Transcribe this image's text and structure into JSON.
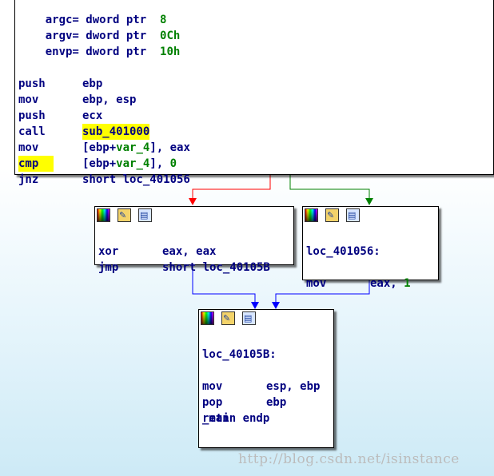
{
  "top_block": {
    "lines": [
      {
        "label": "argc=",
        "text": " dword ptr ",
        "num": " 8"
      },
      {
        "label": "argv=",
        "text": " dword ptr ",
        "num": " 0Ch"
      },
      {
        "label": "envp=",
        "text": " dword ptr ",
        "num": " 10h"
      },
      {
        "mn": "push",
        "op": "ebp"
      },
      {
        "mn": "mov",
        "op": "ebp, esp"
      },
      {
        "mn": "push",
        "op": "ecx"
      },
      {
        "mn": "call",
        "op": "sub_401000"
      },
      {
        "mn": "mov",
        "op_a": "[ebp+",
        "op_var": "var_4",
        "op_b": "], eax"
      },
      {
        "mn": "cmp",
        "op_a": "[ebp+",
        "op_var": "var_4",
        "op_b": "], ",
        "op_num": "0"
      },
      {
        "mn": "jnz",
        "op": "short loc_401056"
      }
    ]
  },
  "left_block": {
    "lines": [
      {
        "mn": "xor",
        "op": "eax, eax"
      },
      {
        "mn": "jmp",
        "op": "short loc_40105B"
      }
    ]
  },
  "right_block": {
    "label": "loc_401056:",
    "lines": [
      {
        "mn": "mov",
        "op_a": "eax, ",
        "op_num": "1"
      }
    ]
  },
  "bottom_block": {
    "label": "loc_40105B:",
    "lines": [
      {
        "mn": "mov",
        "op": "esp, ebp"
      },
      {
        "mn": "pop",
        "op": "ebp"
      },
      {
        "mn": "retn",
        "op": ""
      }
    ],
    "endp": "_main endp"
  },
  "watermark": "http://blog.csdn.net/isinstance",
  "colors": {
    "text": "#000080",
    "number": "#008000",
    "highlight": "#ffff00",
    "edge_false": "#ff0000",
    "edge_true": "#008000",
    "edge_uncond": "#0000ff"
  },
  "icons": [
    "color-palette-icon",
    "edit-pencil-icon",
    "graph-view-icon"
  ]
}
